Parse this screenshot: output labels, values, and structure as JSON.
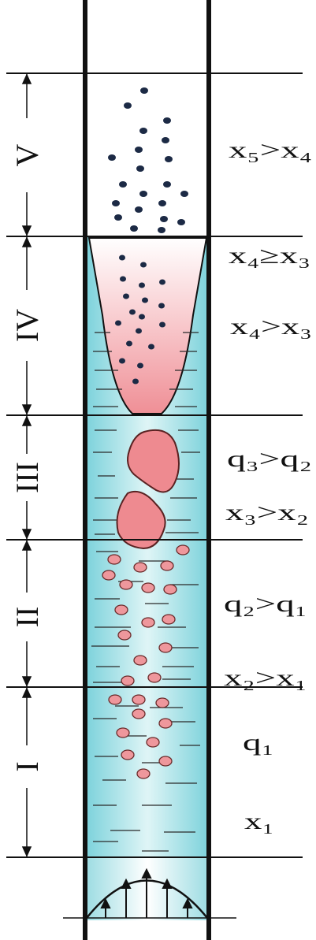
{
  "diagram": {
    "zones": [
      {
        "label": "V",
        "conditions": [
          "x₅>x₄"
        ]
      },
      {
        "label": "IV",
        "conditions": [
          "x₄≥x₃",
          "x₄>x₃"
        ]
      },
      {
        "label": "III",
        "conditions": [
          "q₃>q₂",
          "x₃>x₂"
        ]
      },
      {
        "label": "II",
        "conditions": [
          "q₂>q₁",
          "x₂>x₁"
        ]
      },
      {
        "label": "I",
        "conditions": [
          "q₁",
          "x₁"
        ]
      }
    ],
    "colors": {
      "pipe": "#111111",
      "liquid": "#7fd3dc",
      "liquid_light": "#d8f3f4",
      "bubble": "#f08f94",
      "bubble_stroke": "#6a2a2a",
      "droplet": "#1c2a45",
      "mist": "#f8c9cb"
    }
  }
}
